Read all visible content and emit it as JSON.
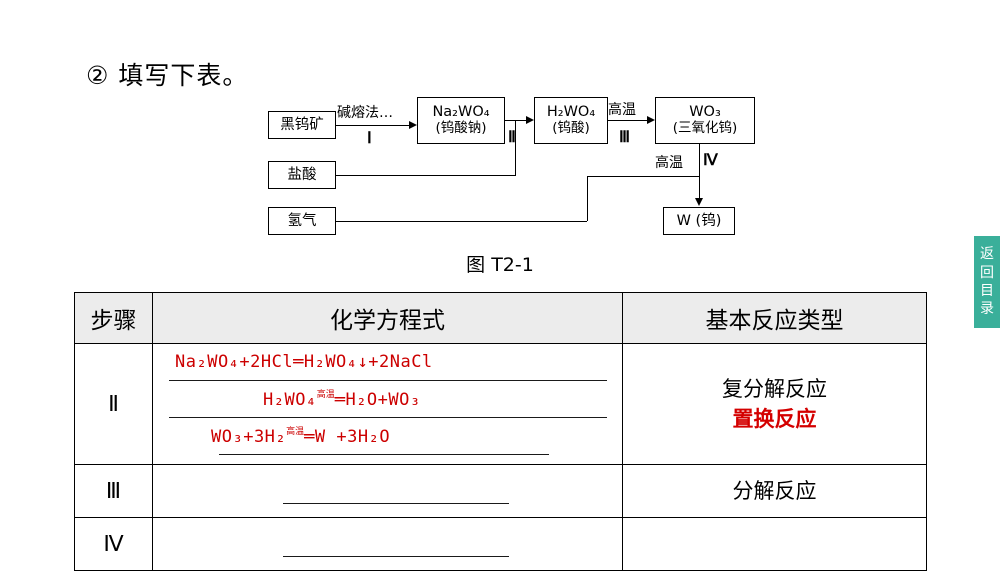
{
  "heading": "② 填写下表。",
  "diagram": {
    "boxes": [
      {
        "id": "ore",
        "lines": [
          "黑钨矿"
        ]
      },
      {
        "id": "hcl",
        "lines": [
          "盐酸"
        ]
      },
      {
        "id": "h2",
        "lines": [
          "氢气"
        ]
      },
      {
        "id": "na2wo4",
        "lines": [
          "Na₂WO₄",
          "(钨酸钠)"
        ]
      },
      {
        "id": "h2wo4",
        "lines": [
          "H₂WO₄",
          "(钨酸)"
        ]
      },
      {
        "id": "wo3",
        "lines": [
          "WO₃",
          "(三氧化钨)"
        ]
      },
      {
        "id": "w",
        "lines": [
          "W (钨)"
        ]
      }
    ],
    "labels": [
      {
        "id": "step1-condition",
        "text": "碱熔法…"
      },
      {
        "id": "step1-roman",
        "text": "Ⅰ"
      },
      {
        "id": "step2-roman",
        "text": "Ⅱ"
      },
      {
        "id": "step3-condition",
        "text": "高温"
      },
      {
        "id": "step3-roman",
        "text": "Ⅲ"
      },
      {
        "id": "step4-condition",
        "text": "高温"
      },
      {
        "id": "step4-roman",
        "text": "Ⅳ"
      }
    ],
    "caption": "图 T2-1"
  },
  "table": {
    "headers": [
      "步骤",
      "化学方程式",
      "基本反应类型"
    ],
    "rows": [
      {
        "step": "Ⅱ",
        "equations": [
          {
            "left": "Na₂WO₄+2HCl",
            "arrow": "═",
            "right": "H₂WO₄↓+2NaCl",
            "condition": ""
          },
          {
            "left": "H₂WO₄",
            "arrow": "═",
            "right": "H₂O+WO₃",
            "condition": "高温"
          },
          {
            "left": "WO₃+3H₂",
            "arrow": "═",
            "right": "W +3H₂O",
            "condition": "高温"
          }
        ],
        "type": [
          "复分解反应",
          "置换反应"
        ]
      },
      {
        "step": "Ⅲ",
        "equations": [],
        "type": [
          "分解反应"
        ]
      },
      {
        "step": "Ⅳ",
        "equations": [],
        "type": [
          ""
        ]
      }
    ]
  },
  "sidetab": {
    "text": "返回目录",
    "color": "#3aaf9a"
  }
}
